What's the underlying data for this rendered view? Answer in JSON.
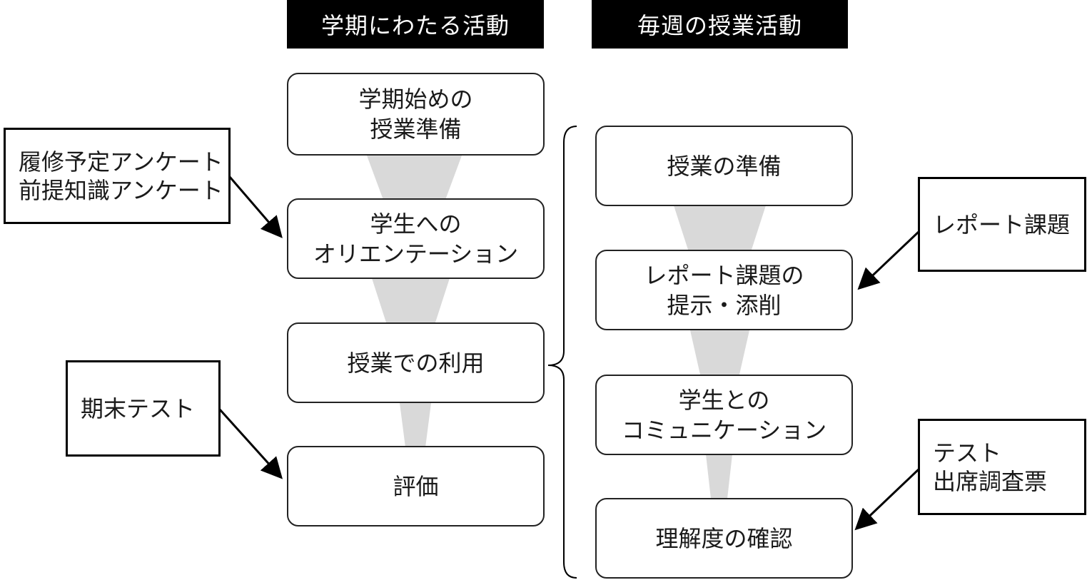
{
  "headers": {
    "semester": "学期にわたる活動",
    "weekly": "毎週の授業活動"
  },
  "semester_steps": [
    {
      "lines": [
        "学期始めの",
        "授業準備"
      ]
    },
    {
      "lines": [
        "学生への",
        "オリエンテーション"
      ]
    },
    {
      "lines": [
        "授業での利用"
      ]
    },
    {
      "lines": [
        "評価"
      ]
    }
  ],
  "weekly_steps": [
    {
      "lines": [
        "授業の準備"
      ]
    },
    {
      "lines": [
        "レポート課題の",
        "提示・添削"
      ]
    },
    {
      "lines": [
        "学生との",
        "コミュニケーション"
      ]
    },
    {
      "lines": [
        "理解度の確認"
      ]
    }
  ],
  "notes": {
    "survey": [
      "履修予定アンケート",
      "前提知識アンケート"
    ],
    "final_test": [
      "期末テスト"
    ],
    "report": [
      "レポート課題"
    ],
    "test_attendance": [
      "テスト",
      "出席調査票"
    ]
  }
}
